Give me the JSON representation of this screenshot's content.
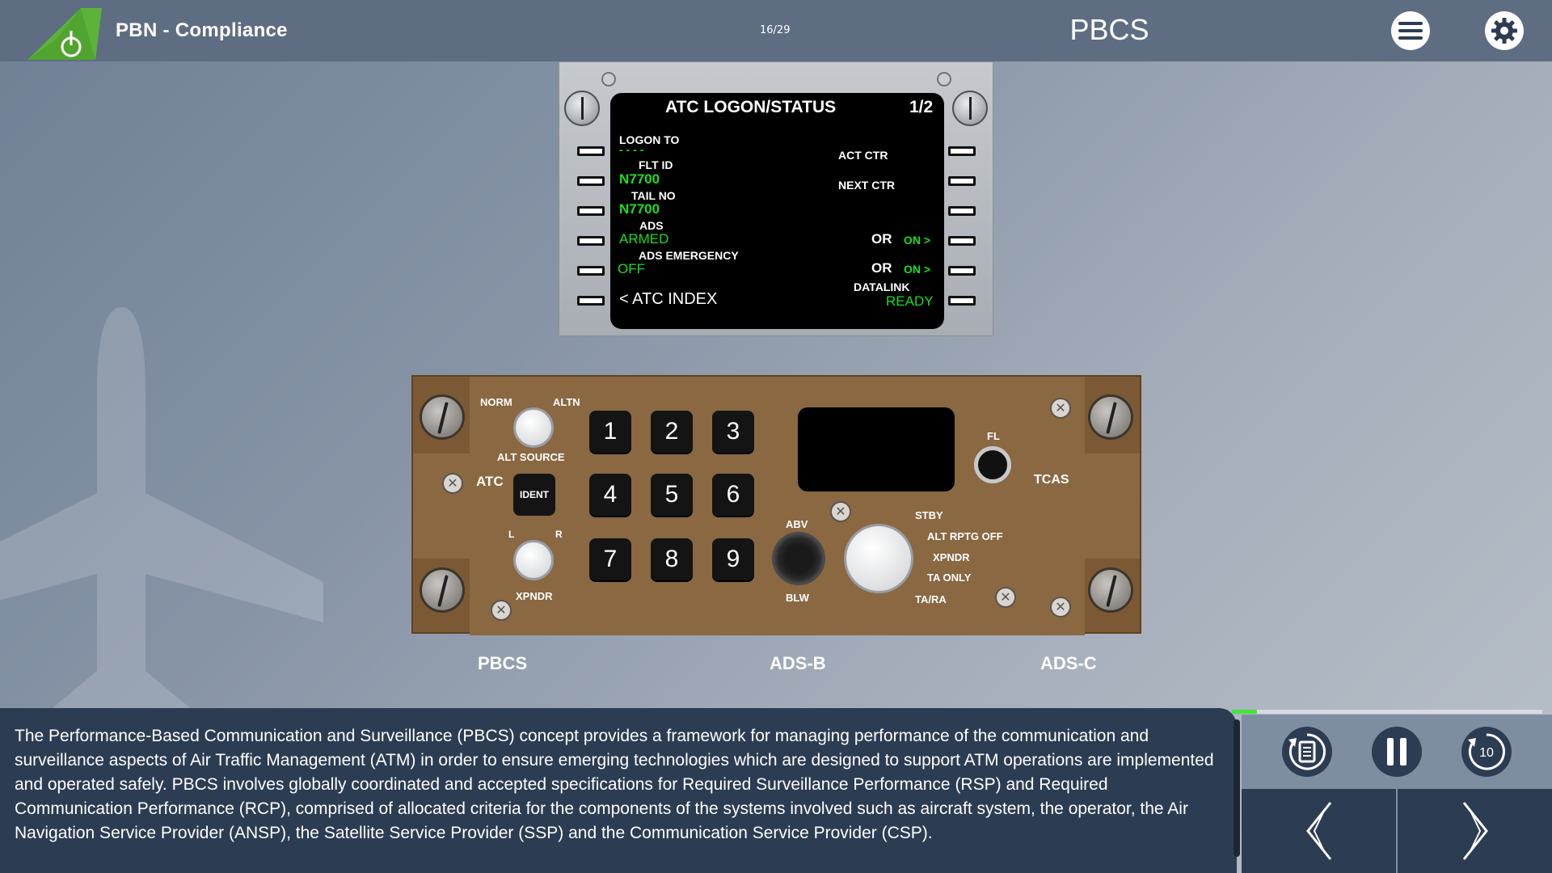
{
  "header": {
    "app_title": "PBN - Compliance",
    "page_counter": "16/29",
    "section_title": "PBCS",
    "logo_icon": "tail-fin-logo",
    "menu_icon": "hamburger-menu-icon",
    "settings_icon": "gear-icon"
  },
  "cdu": {
    "title": "ATC LOGON/STATUS",
    "page": "1/2",
    "logon_to_label": "LOGON TO",
    "logon_to_value": "- - - -",
    "flt_id_label": "FLT ID",
    "flt_id_value": "N7700",
    "tail_no_label": "TAIL NO",
    "tail_no_value": "N7700",
    "ads_label": "ADS",
    "ads_value": "ARMED",
    "ads_emergency_label": "ADS EMERGENCY",
    "ads_emergency_value": "OFF",
    "atc_index": "< ATC INDEX",
    "act_ctr_label": "ACT CTR",
    "next_ctr_label": "NEXT CTR",
    "or_label_1": "OR",
    "on_value_1": "ON >",
    "or_label_2": "OR",
    "on_value_2": "ON >",
    "datalink_label": "DATALINK",
    "datalink_value": "READY"
  },
  "transponder": {
    "norm_label": "NORM",
    "altn_label": "ALTN",
    "alt_source_label": "ALT SOURCE",
    "atc_label": "ATC",
    "ident_label": "IDENT",
    "l_label": "L",
    "r_label": "R",
    "xpndr_label": "XPNDR",
    "keys": [
      "1",
      "2",
      "3",
      "4",
      "5",
      "6",
      "7",
      "8",
      "9"
    ],
    "abv_label": "ABV",
    "blw_label": "BLW",
    "fl_label": "FL",
    "tcas_label": "TCAS",
    "mode_labels": [
      "STBY",
      "ALT RPTG OFF",
      "XPNDR",
      "TA ONLY",
      "TA/RA"
    ]
  },
  "captions": {
    "pbcs": "PBCS",
    "adsb": "ADS-B",
    "adsc": "ADS-C"
  },
  "body_text": "The Performance-Based Communication and Surveillance (PBCS) concept provides a framework for managing performance of the communication and surveillance aspects of Air Traffic Management (ATM) in order to ensure emerging technologies which are designed to support ATM operations are implemented and operated safely. PBCS involves globally coordinated and accepted specifications for Required Surveillance Performance (RSP) and Required Communication Performance (RCP), comprised of allocated criteria for the components of the systems involved such as aircraft system, the operator, the Air Navigation Service Provider (ANSP), the Satellite Service Provider (SSP) and the Communication Service Provider (CSP).",
  "controls": {
    "progress_fraction": 0.08,
    "progress_color": "#46e43c",
    "transcript_icon": "transcript-icon",
    "pause_icon": "pause-icon",
    "replay_icon": "replay-10-icon",
    "replay_seconds": "10",
    "prev_icon": "chevron-left-icon",
    "next_icon": "chevron-right-icon"
  },
  "colors": {
    "header_bg": "#5e6d82",
    "panel_dark": "#2c3c53",
    "cdu_green": "#19e019",
    "xpdr_brown": "#8a6842"
  }
}
